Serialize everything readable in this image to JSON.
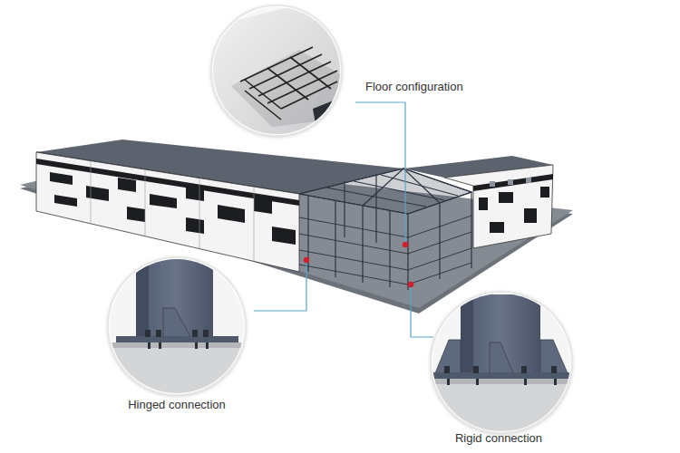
{
  "diagram": {
    "labels": [
      "Floor configuration",
      "Hinged connection",
      "Rigid connection"
    ]
  }
}
